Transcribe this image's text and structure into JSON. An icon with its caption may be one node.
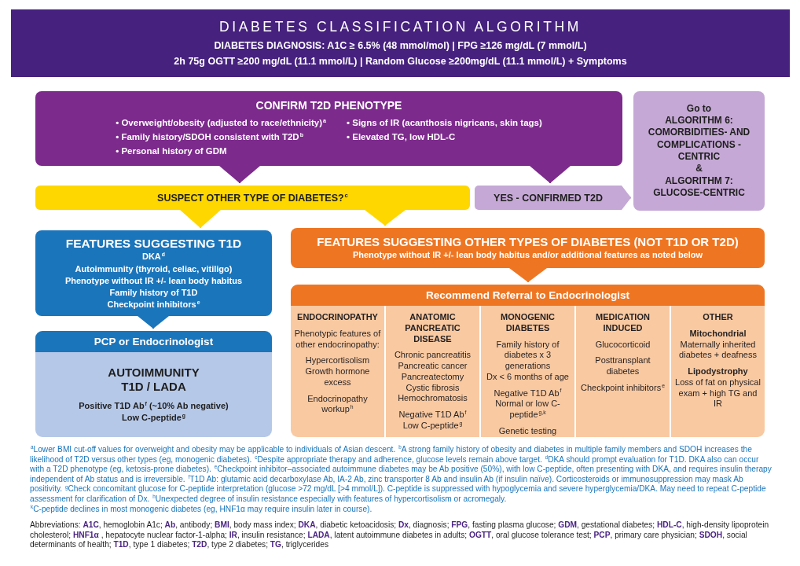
{
  "diagram": {
    "title": "DIABETES CLASSIFICATION ALGORITHM",
    "nodes": [
      {
        "text": [
          "DIABETES DIAGNOSIS: A1C ≥ 6.5% (48 mmol/mol) | FPG ≥126 mg/dL (7 mmol/L)",
          "2h 75g OGTT ≥200 mg/dL (11.1 mmol/L) | Random Glucose ≥200mg/dL (11.1 mmol/L) + Symptoms"
        ]
      },
      {
        "text": [
          "CONFIRM T2D PHENOTYPE",
          "• Overweight/obesity (adjusted to race/ethnicity)$^{a}$",
          "• Family history/SDOH consistent with T2D$^{b}$",
          "• Personal history of GDM",
          "• Signs of IR (acanthosis nigricans, skin tags)",
          "• Elevated TG, low HDL-C"
        ]
      },
      {
        "text": [
          "Go to",
          "ALGORITHM 6: COMORBIDITIES- AND COMPLICATIONS -CENTRIC",
          "&",
          "ALGORITHM 7: GLUCOSE-CENTRIC"
        ]
      },
      {
        "text": [
          "SUSPECT OTHER TYPE OF DIABETES?$^{c}$"
        ]
      },
      {
        "text": [
          "YES - CONFIRMED T2D"
        ]
      },
      {
        "text": [
          "FEATURES SUGGESTING T1D",
          "DKA$^{d}$",
          "Autoimmunity (thyroid, celiac, vitiligo)",
          "Phenotype without IR +/- lean body habitus",
          "Family history of T1D",
          "Checkpoint inhibitors$^{e}$"
        ]
      },
      {
        "text": [
          "PCP or Endocrinologist",
          "AUTOIMMUNITY T1D / LADA",
          "Positive T1D Ab$^{f}$ (~10% Ab negative)",
          "Low C-peptide$^{g}$"
        ]
      },
      {
        "text": [
          "FEATURES SUGGESTING OTHER TYPES OF DIABETES (NOT T1D OR T2D)",
          "Phenotype without IR +/- lean body habitus and/or additional features as noted below"
        ]
      },
      {
        "text": [
          "Recommend Referral to Endocrinologist"
        ]
      },
      {
        "text": [
          "ENDOCRINOPATHY",
          "Phenotypic features of other endocrinopathy:",
          "Hypercortisolism",
          "Growth hormone excess",
          "Endocrinopathy workup$^{h}$"
        ],
        "in": 8
      },
      {
        "text": [
          "ANATOMIC PANCREATIC DISEASE",
          "Chronic pancreatitis",
          "Pancreatic cancer",
          "Pancreatectomy",
          "Cystic fibrosis",
          "Hemochromatosis",
          "Negative T1D Ab$^{f}$",
          "Low C-peptide$^{g}$"
        ],
        "in": 8
      },
      {
        "text": [
          "MONOGENIC DIABETES",
          "Family history of diabetes x 3 generations",
          "Dx < 6 months of age",
          "Negative T1D Ab$^{f}$",
          "Normal or low C-peptide$^{g,k}$",
          "Genetic testing"
        ],
        "in": 8
      },
      {
        "text": [
          "MEDICATION INDUCED",
          "Glucocorticoid",
          "Posttransplant diabetes",
          "Checkpoint inhibitors$^{e}$"
        ],
        "in": 8
      },
      {
        "text": [
          "OTHER",
          "Mitochondrial",
          "Maternally inherited diabetes + deafness",
          "Lipodystrophy",
          "Loss of fat on physical exam + high TG and IR"
        ],
        "in": 8
      }
    ],
    "edges": [
      {
        "from": 1,
        "to": 3,
        "arrow": "to",
        "color": "#7c2a8c"
      },
      {
        "from": 1,
        "to": 4,
        "arrow": "to",
        "color": "#7c2a8c"
      },
      {
        "from": 4,
        "to": 2,
        "arrow": "to",
        "color": "#c5a8d5"
      },
      {
        "from": 3,
        "to": 5,
        "arrow": "to",
        "color": "#fed700"
      },
      {
        "from": 3,
        "to": 7,
        "arrow": "to",
        "color": "#fed700"
      },
      {
        "from": 5,
        "to": 6,
        "arrow": "to",
        "color": "#1b75bb"
      },
      {
        "from": 7,
        "to": 8,
        "arrow": "to",
        "color": "#ee7623"
      }
    ],
    "labels": [
      "$^{a}$Lower BMI cut-off values for overweight and obesity may be applicable to individuals of Asian descent. $^{b}$A strong family history of obesity and diabetes in multiple family members and SDOH increases the likelihood of T2D versus other types (eg, monogenic diabetes). $^{c}$Despite appropriate therapy and adherence, glucose levels remain above target. $^{d}$DKA should prompt evaluation for T1D. DKA also can occur with a T2D phenotype (eg, ketosis-prone diabetes). $^{e}$Checkpoint inhibitor–associated autoimmune diabetes may be Ab positive (50%), with low C-peptide, often presenting with DKA, and requires insulin therapy independent of Ab status and is irreversible. $^{f}$T1D Ab: glutamic acid decarboxylase Ab, IA-2 Ab, zinc transporter 8 Ab and insulin Ab (if insulin naïve). Corticosteroids or immunosuppression may mask Ab positivity. $^{g}$Check concomitant glucose for C-peptide interpretation (glucose >72 mg/dL [>4 mmol/L]). C-peptide is suppressed with hypoglycemia and severe hyperglycemia/DKA. May need to repeat C-peptide assessment for clarification of Dx. $^{h}$Unexpected degree of insulin resistance especially with features of hypercortisolism or acromegaly.",
      "$^{k}$C-peptide declines in most monogenic diabetes (eg, HNF1α may require insulin later in course).",
      "Abbreviations: **A1C**, hemoglobin A1c; **Ab**, antibody; **BMI**, body mass index; **DKA**, diabetic ketoacidosis; **Dx**, diagnosis; **FPG**, fasting plasma glucose; **GDM**, gestational diabetes; **HDL-C**, high-density lipoprotein cholesterol; **HNF1α** , hepatocyte nuclear factor-1-alpha; **IR**, insulin resistance; **LADA**, latent autoimmune diabetes in adults; **OGTT**, oral glucose tolerance test; **PCP**, primary care physician; **SDOH**, social determinants of health; **T1D**, type 1 diabetes; **T2D**, type 2 diabetes; **TG**, triglycerides"
    ]
  }
}
